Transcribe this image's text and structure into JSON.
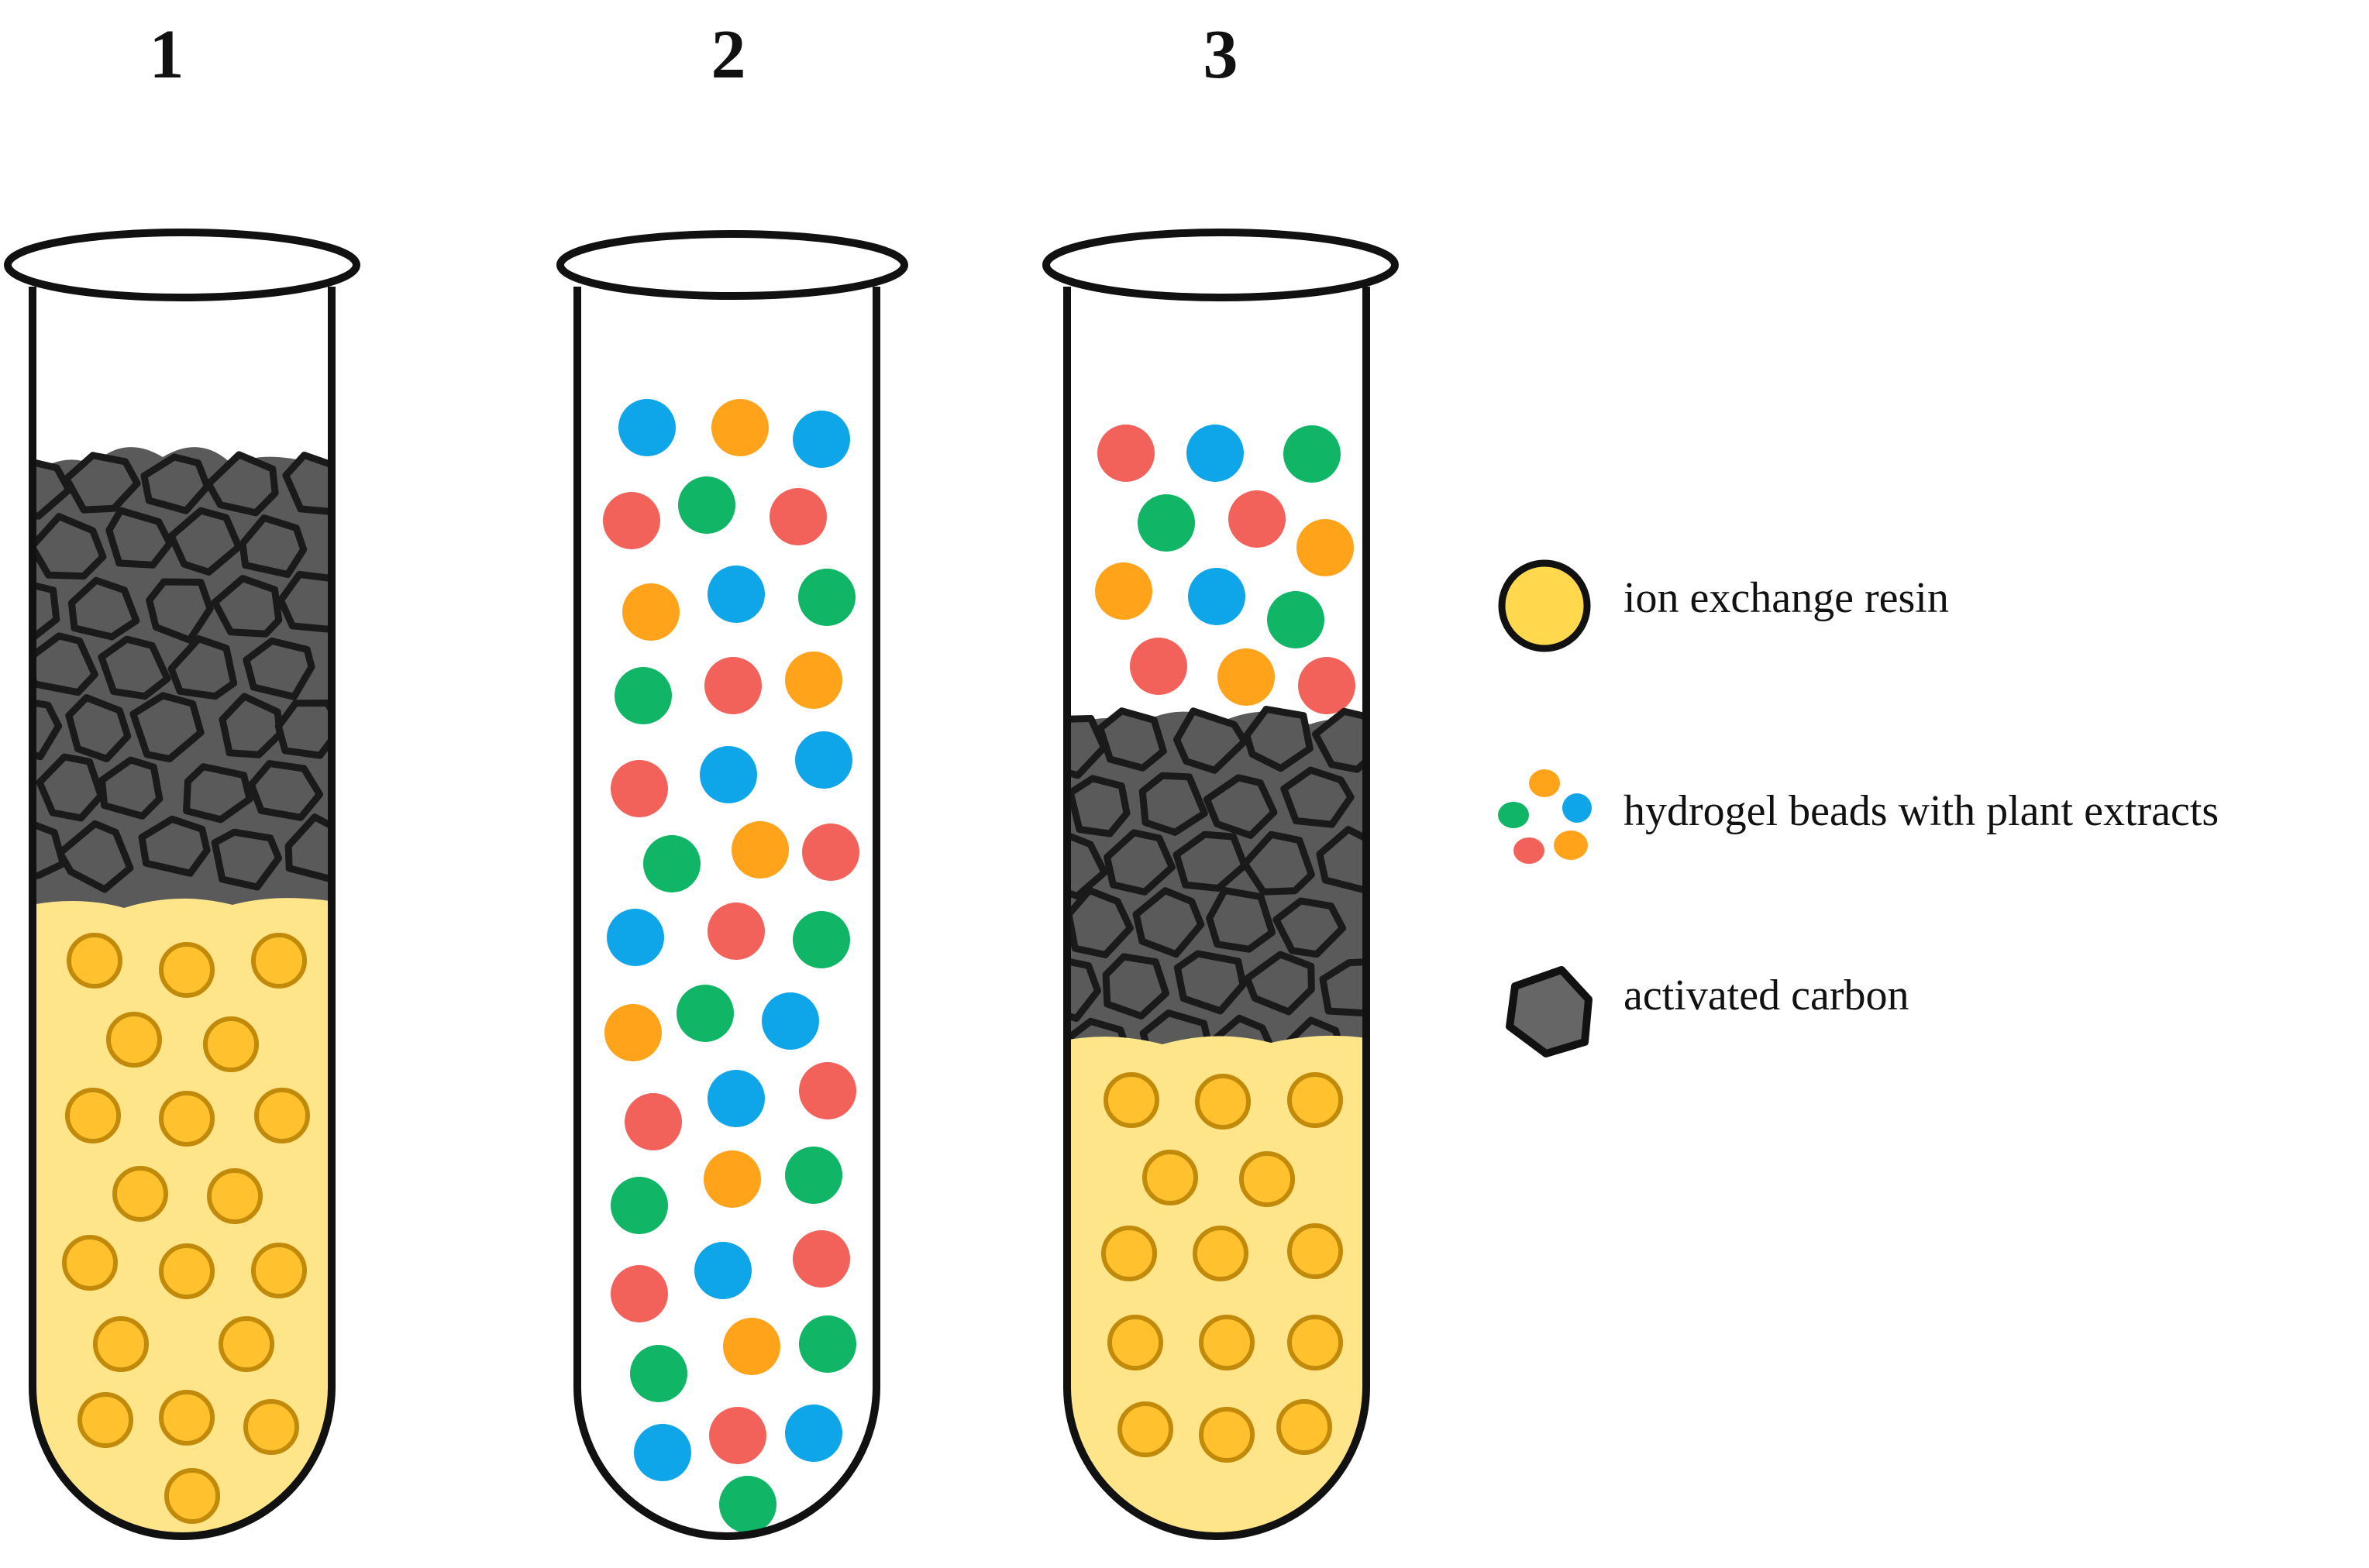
{
  "tubes": [
    {
      "number": "1",
      "layers_top_to_bottom": [
        "activated-carbon",
        "ion-exchange-resin"
      ]
    },
    {
      "number": "2",
      "layers_top_to_bottom": [
        "hydrogel-beads"
      ]
    },
    {
      "number": "3",
      "layers_top_to_bottom": [
        "hydrogel-beads",
        "activated-carbon",
        "ion-exchange-resin"
      ]
    }
  ],
  "legend": {
    "resin": {
      "label": "ion exchange resin",
      "icon": "yellow-bead-icon"
    },
    "hydrogel": {
      "label": "hydrogel beads with plant extracts",
      "icon": "colored-beads-icon"
    },
    "carbon": {
      "label": "activated carbon",
      "icon": "carbon-chunk-icon"
    }
  },
  "colors": {
    "outline": "#111111",
    "resin_fill": "#FFE58A",
    "resin_bead": "#FFC12E",
    "resin_bead_stroke": "#C28A0A",
    "carbon_fill": "#5A5A5A",
    "carbon_stroke": "#1A1A1A",
    "bead_blue": "#0EA5E9",
    "bead_orange": "#FFA31A",
    "bead_green": "#10B566",
    "bead_red": "#F2625B"
  }
}
